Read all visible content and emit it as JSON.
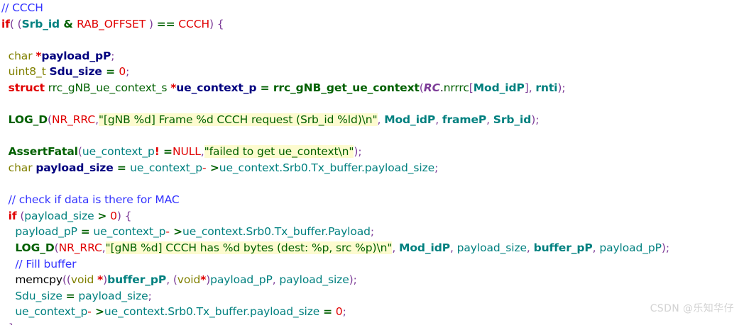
{
  "editor": {
    "language": "c",
    "background": "#ffffff",
    "string_highlight_color": "#fdfbcf",
    "watermark": "CSDN @乐知华仔"
  },
  "colors": {
    "comment": "#3333ff",
    "keyword": "#e00000",
    "type": "#808000",
    "function": "#006000",
    "variable": "#00807f",
    "declaration": "#00007f",
    "punctuation": "#7d3c98",
    "operator": "#006000",
    "string": "#006000",
    "constant": "#e00000",
    "watermark": "#d2d2d2"
  },
  "code": {
    "lines": [
      "// CCCH",
      "if( (Srb_id & RAB_OFFSET ) == CCCH) {",
      "",
      "  char *payload_pP;",
      "  uint8_t Sdu_size = 0;",
      "  struct rrc_gNB_ue_context_s *ue_context_p = rrc_gNB_get_ue_context(RC.nrrrc[Mod_idP], rnti);",
      "",
      "  LOG_D(NR_RRC,\"[gNB %d] Frame %d CCCH request (Srb_id %ld)\\n\", Mod_idP, frameP, Srb_id);",
      "",
      "  AssertFatal(ue_context_p! =NULL,\"failed to get ue_context\\n\");",
      "  char payload_size = ue_context_p- >ue_context.Srb0.Tx_buffer.payload_size;",
      "",
      "  // check if data is there for MAC",
      "  if (payload_size > 0) {",
      "    payload_pP = ue_context_p- >ue_context.Srb0.Tx_buffer.Payload;",
      "    LOG_D(NR_RRC,\"[gNB %d] CCCH has %d bytes (dest: %p, src %p)\\n\", Mod_idP, payload_size, buffer_pP, payload_pP);",
      "    // Fill buffer",
      "    memcpy((void *)buffer_pP, (void*)payload_pP, payload_size);",
      "    Sdu_size = payload_size;",
      "    ue_context_p- >ue_context.Srb0.Tx_buffer.payload_size = 0;",
      "  }"
    ],
    "line_count": 21,
    "strings": [
      "\"[gNB %d] Frame %d CCCH request (Srb_id %ld)\\n\"",
      "\"failed to get ue_context\\n\"",
      "\"[gNB %d] CCCH has %d bytes (dest: %p, src %p)\\n\""
    ],
    "comments": [
      "// CCCH",
      "// check if data is there for MAC",
      "// Fill buffer"
    ],
    "tokens": {
      "l1_comment": "// CCCH",
      "l2_if": "if",
      "l2_p1": "( (",
      "l2_srb_id": "Srb_id",
      "l2_amp": " & ",
      "l2_rab": "RAB_OFFSET",
      "l2_p2": " ) ",
      "l2_eq": "==",
      "l2_ccch": " CCCH",
      "l2_p3": ")",
      "l2_brace": " {",
      "l4_char": "char ",
      "l4_star": "*",
      "l4_name": "payload_pP",
      "l4_semi": ";",
      "l5_type": "uint8_t ",
      "l5_name": "Sdu_size",
      "l5_eq": " = ",
      "l5_zero": "0",
      "l5_semi": ";",
      "l6_struct": "struct",
      "l6_stype": " rrc_gNB_ue_context_s ",
      "l6_star": "*",
      "l6_name": "ue_context_p",
      "l6_eq": " = ",
      "l6_fn": "rrc_gNB_get_ue_context",
      "l6_p1": "(",
      "l6_rc": "RC",
      "l6_dot": ".",
      "l6_nrrrc": "nrrrc",
      "l6_br1": "[",
      "l6_modidp": "Mod_idP",
      "l6_br2": "]",
      "l6_comma": ", ",
      "l6_rnti": "rnti",
      "l6_p2": ")",
      "l6_semi": ";",
      "l8_fn": "LOG_D",
      "l8_p1": "(",
      "l8_nrrrc": "NR_RRC",
      "l8_comma1": ",",
      "l8_str": "\"[gNB %d] Frame %d CCCH request (Srb_id %ld)\\n\"",
      "l8_comma2": ", ",
      "l8_a1": "Mod_idP",
      "l8_comma3": ", ",
      "l8_a2": "frameP",
      "l8_comma4": ", ",
      "l8_a3": "Srb_id",
      "l8_p2": ")",
      "l8_semi": ";",
      "l10_fn": "AssertFatal",
      "l10_p1": "(",
      "l10_var": "ue_context_p",
      "l10_bang": "!",
      "l10_eq": " =",
      "l10_null": "NULL",
      "l10_comma": ",",
      "l10_str": "\"failed to get ue_context\\n\"",
      "l10_p2": ")",
      "l10_semi": ";",
      "l11_char": "char ",
      "l11_name": "payload_size",
      "l11_eq": " = ",
      "l11_var": "ue_context_p",
      "l11_dash": "-",
      "l11_gt": " >",
      "l11_mem": "ue_context.Srb0.Tx_buffer.payload_size",
      "l11_semi": ";",
      "l13_comment": "// check if data is there for MAC",
      "l14_if": "if",
      "l14_p1": " (",
      "l14_var": "payload_size ",
      "l14_gt": ">",
      "l14_zero": " 0",
      "l14_p2": ")",
      "l14_brace": " {",
      "l15_lhs": "payload_pP ",
      "l15_eq": "=",
      "l15_var": " ue_context_p",
      "l15_dash": "-",
      "l15_gt": " >",
      "l15_mem": "ue_context.Srb0.Tx_buffer.Payload",
      "l15_semi": ";",
      "l16_fn": "LOG_D",
      "l16_p1": "(",
      "l16_nrrrc": "NR_RRC",
      "l16_comma1": ",",
      "l16_str": "\"[gNB %d] CCCH has %d bytes (dest: %p, src %p)\\n\"",
      "l16_comma2": ", ",
      "l16_a1": "Mod_idP",
      "l16_comma3": ", ",
      "l16_a2": "payload_size",
      "l16_comma4": ", ",
      "l16_a3": "buffer_pP",
      "l16_comma5": ", ",
      "l16_a4": "payload_pP",
      "l16_p2": ")",
      "l16_semi": ";",
      "l17_comment": "// Fill buffer",
      "l18_fn": "memcpy",
      "l18_p1": "((",
      "l18_void1": "void ",
      "l18_star1": "*",
      "l18_p2": ")",
      "l18_a1": "buffer_pP",
      "l18_comma1": ", ",
      "l18_p3": "(",
      "l18_void2": "void",
      "l18_star2": "*",
      "l18_p4": ")",
      "l18_a2": "payload_pP",
      "l18_comma2": ", ",
      "l18_a3": "payload_size",
      "l18_p5": ")",
      "l18_semi": ";",
      "l19_lhs": "Sdu_size ",
      "l19_eq": "=",
      "l19_rhs": " payload_size",
      "l19_semi": ";",
      "l20_var": "ue_context_p",
      "l20_dash": "-",
      "l20_gt": " >",
      "l20_mem": "ue_context.Srb0.Tx_buffer.payload_size ",
      "l20_eq": "=",
      "l20_zero": " 0",
      "l20_semi": ";",
      "l21_brace": "}"
    }
  }
}
